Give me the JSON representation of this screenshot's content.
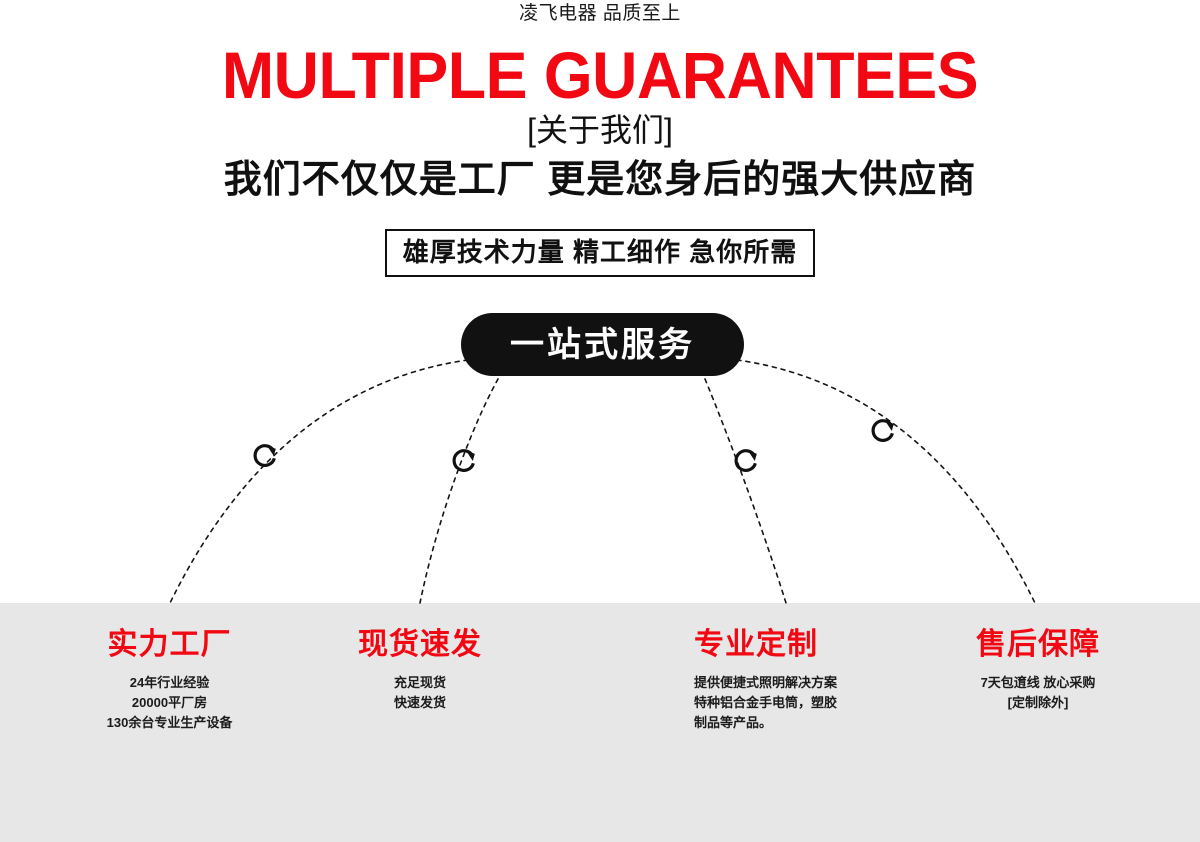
{
  "header": {
    "brand_line": "凌飞电器 品质至上",
    "headline": "MULTIPLE GUARANTEES",
    "bracket_subtitle": "[关于我们]",
    "tagline": "我们不仅仅是工厂 更是您身后的强大供应商",
    "boxed_slogan": "雄厚技术力量 精工细作 急你所需"
  },
  "hub": {
    "label": "一站式服务",
    "background_color": "#111111",
    "text_color": "#ffffff"
  },
  "connector_icon_name": "rotate-refresh-icon",
  "colors": {
    "accent_red": "#f20812",
    "band_gray": "#e7e7e7",
    "ink_black": "#111111",
    "page_white": "#ffffff"
  },
  "features": [
    {
      "title": "实力工厂",
      "body": "24年行业经验\n20000平厂房\n130余台专业生产设备"
    },
    {
      "title": "现货速发",
      "body": "充足现货\n快速发货"
    },
    {
      "title": "专业定制",
      "body": "提供便捷式照明解决方案\n特种铝合金手电筒，塑胶\n制品等产品。"
    },
    {
      "title": "售后保障",
      "body": "7天包逳线 放心采购\n[定制除外]"
    }
  ]
}
